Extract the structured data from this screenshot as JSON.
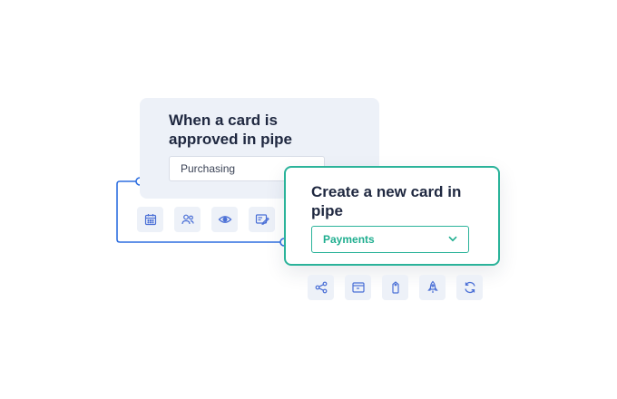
{
  "trigger": {
    "title": "When a card is approved in pipe",
    "select_value": "Purchasing"
  },
  "action": {
    "title": "Create a new card in pipe",
    "select_value": "Payments"
  },
  "trigger_icons": [
    "calendar-icon",
    "users-icon",
    "eye-icon",
    "edit-form-icon"
  ],
  "action_icons": [
    "share-nodes-icon",
    "window-icon",
    "tag-icon",
    "rocket-icon",
    "refresh-icon"
  ],
  "colors": {
    "card_bg": "#edf1f8",
    "accent_green": "#2bb39a",
    "connector_blue": "#2f6fe0",
    "title_text": "#1f2840",
    "icon_blue": "#4a6fd6"
  }
}
